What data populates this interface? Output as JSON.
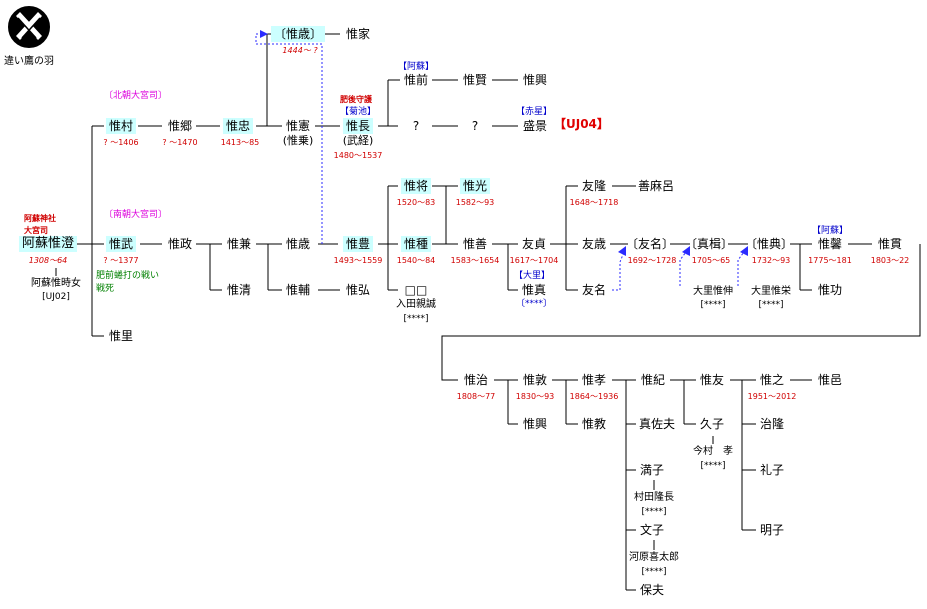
{
  "crest": {
    "name": "違い鷹の羽"
  },
  "people": {
    "korezumi_top": "惟澄",
    "korezumi": "阿蘇惟澄",
    "korezumi_sub": "大宮司",
    "korezumi_dates": "1308〜64",
    "wife": "阿蘇惟時女",
    "wife_code": "[UJ02]",
    "koremura": "惟村",
    "koremura_dates": "? 〜1406",
    "koresato": "惟郷",
    "koresato_dates": "? 〜1470",
    "koretada": "惟忠",
    "koretada_dates": "1413〜85",
    "korenori": "惟憲",
    "korenori_alias": "(惟乗)",
    "koretoshi_top": "〔惟歳〕",
    "koretoshi_top_dates": "1444〜 ?",
    "koreie": "惟家",
    "koresaki": "惟前",
    "korekata": "惟賢",
    "koreoki": "惟興",
    "korenaga": "惟長",
    "korenaga_alias": "(武経)",
    "korenaga_dates": "1480〜1537",
    "q1": "?",
    "q2": "?",
    "morikage": "盛景",
    "morikage_code": "【UJ04】",
    "koretake": "惟武",
    "koretake_dates": "? 〜1377",
    "koremasa": "惟政",
    "korekane": "惟兼",
    "korekiyo": "惟清",
    "koretoshi": "惟歳",
    "koresuke": "惟輔",
    "korehiro": "惟弘",
    "koretoyo": "惟豊",
    "koretoyo_dates": "1493〜1559",
    "koremasa2": "惟将",
    "koremasa2_dates": "1520〜83",
    "koremitsu": "惟光",
    "koremitsu_dates": "1582〜93",
    "koretane": "惟種",
    "koretane_dates": "1540〜84",
    "boxes": "□□",
    "iritada": "入田親誠",
    "iritada_code": "[****]",
    "koreyoshi": "惟善",
    "koreyoshi_dates": "1583〜1654",
    "tomosada": "友貞",
    "tomosada_dates": "1617〜1704",
    "koresane": "惟真",
    "koresane_code": "〔****〕",
    "tomotaka": "友隆",
    "tomotaka_dates": "1648〜1718",
    "zenmaro": "善麻呂",
    "tomotoshi": "友歳",
    "tomona": "友名",
    "tomona2": "〔友名〕",
    "tomona2_dates": "1692〜1728",
    "sanemasa": "〔真楫〕",
    "sanemasa_dates": "1705〜65",
    "korenori2": "〔惟典〕",
    "korenori2_dates": "1732〜93",
    "oosato1": "大里惟伸",
    "oosato1_code": "[****]",
    "oosato2": "大里惟栄",
    "oosato2_code": "[****]",
    "koretsune": "惟馨",
    "koretsune_dates": "1775〜181",
    "korenori3": "惟貫",
    "korenori3_dates": "1803〜22",
    "koreisa": "惟功",
    "koresato2": "惟里",
    "koreharu": "惟治",
    "koreharu_dates": "1808〜77",
    "koreatsu": "惟敦",
    "koreatsu_dates": "1830〜93",
    "koreoki2": "惟興",
    "koretaka": "惟孝",
    "koretaka_dates": "1864〜1936",
    "koreatsu2": "惟教",
    "korenori4": "惟紀",
    "sasao": "真佐夫",
    "mitsuko": "満子",
    "murata": "村田隆長",
    "murata_code": "[****]",
    "fumiko": "文子",
    "kawahara": "河原喜太郎",
    "kawahara_code": "[****]",
    "yasuo": "保夫",
    "koretomo": "惟友",
    "hisako": "久子",
    "imamura": "今村　孝",
    "imamura_code": "[****]",
    "koreyuki": "惟之",
    "koreyuki_dates": "1951〜2012",
    "koreyu": "惟邑",
    "haruo": "治隆",
    "reiko": "礼子",
    "akiko": "明子"
  },
  "labels": {
    "kitamiya": "〔北朝大宮司〕",
    "minamimiya": "〔南朝大宮司〕",
    "shrine": "阿蘇神社",
    "battle1": "肥前蜷打の戦い",
    "battle2": "戦死",
    "higo": "肥後守護",
    "aso1": "【阿蘇】",
    "kikuchi": "【菊池】",
    "akahoshi": "【赤星】",
    "oosato": "【大里】",
    "aso2": "【阿蘇】"
  }
}
